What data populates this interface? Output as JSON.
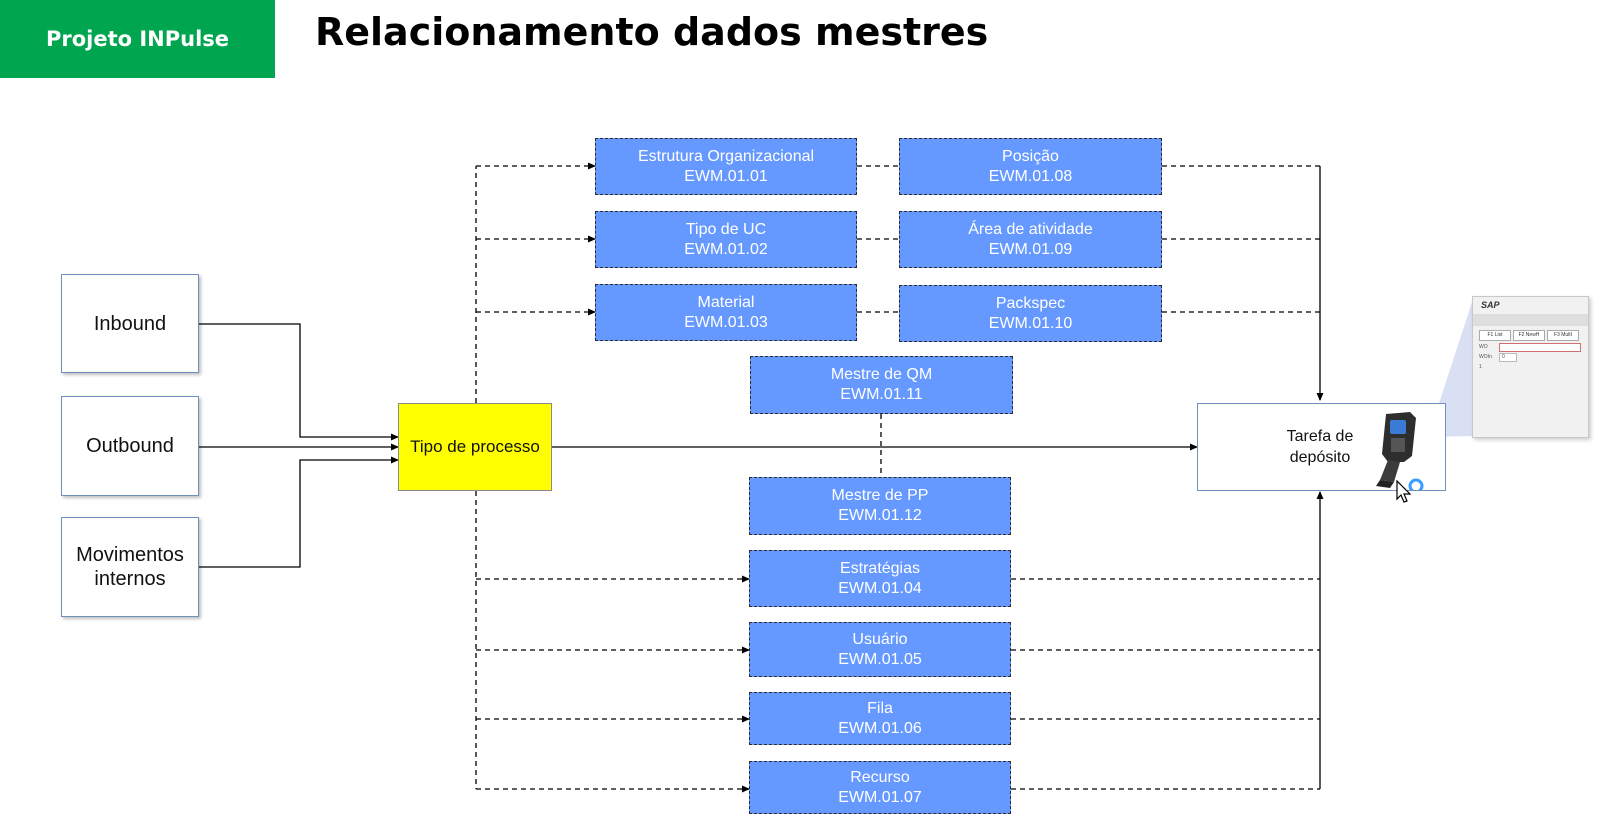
{
  "header": {
    "badge": "Projeto INPulse",
    "title": "Relacionamento dados mestres"
  },
  "sources": [
    "Inbound",
    "Outbound",
    "Movimentos internos"
  ],
  "process": "Tipo de processo",
  "target": {
    "label": "Tarefa de depósito"
  },
  "master_data": {
    "estrutura": {
      "name": "Estrutura Organizacional",
      "code": "EWM.01.01"
    },
    "tipo_uc": {
      "name": "Tipo de UC",
      "code": "EWM.01.02"
    },
    "material": {
      "name": "Material",
      "code": "EWM.01.03"
    },
    "estrategias": {
      "name": "Estratégias",
      "code": "EWM.01.04"
    },
    "usuario": {
      "name": "Usuário",
      "code": "EWM.01.05"
    },
    "fila": {
      "name": "Fila",
      "code": "EWM.01.06"
    },
    "recurso": {
      "name": "Recurso",
      "code": "EWM.01.07"
    },
    "posicao": {
      "name": "Posição",
      "code": "EWM.01.08"
    },
    "area": {
      "name": "Área de atividade",
      "code": "EWM.01.09"
    },
    "packspec": {
      "name": "Packspec",
      "code": "EWM.01.10"
    },
    "qm": {
      "name": "Mestre de QM",
      "code": "EWM.01.11"
    },
    "pp": {
      "name": "Mestre de PP",
      "code": "EWM.01.12"
    }
  },
  "sap_screen": {
    "logo": "SAP",
    "buttons": [
      "F1 List",
      "F2 NewH",
      "F3 MultI"
    ],
    "rows": [
      "WO",
      "WOIn",
      "1"
    ],
    "value": "0"
  },
  "icons": {
    "device": "handheld-scanner-icon",
    "pointer": "mouse-cursor-icon"
  },
  "colors": {
    "badge": "#00a54f",
    "master_data": "#6699ff",
    "process": "#ffff00"
  }
}
